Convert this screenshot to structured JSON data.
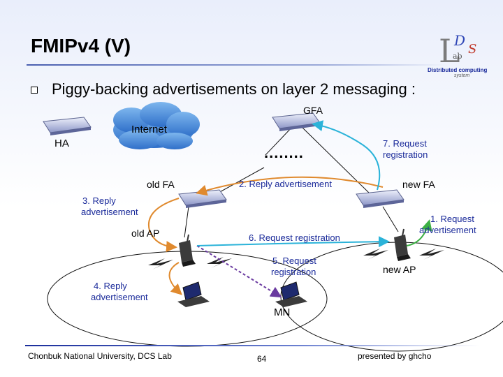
{
  "slide": {
    "title": "FMIPv4 (V)",
    "bullet": "Piggy-backing advertisements on layer 2 messaging :"
  },
  "logo": {
    "big_letter": "L",
    "letter_d": "D",
    "letter_s": "S",
    "letters_ab": "ab",
    "line1": "Distributed computing",
    "line2": "system"
  },
  "diagram": {
    "nodes": {
      "gfa": "GFA",
      "internet": "Internet",
      "ha": "HA",
      "old_fa": "old FA",
      "new_fa": "new FA",
      "old_ap": "old AP",
      "new_ap": "new AP",
      "mn": "MN"
    },
    "messages": {
      "m1": "1. Request advertisement",
      "m1_line1": "1. Request",
      "m1_line2": "advertisement",
      "m2": "2.  Reply advertisement",
      "m3_line1": "3.  Reply",
      "m3_line2": "advertisement",
      "m4_line1": "4.  Reply",
      "m4_line2": "advertisement",
      "m5_line1": "5. Request",
      "m5_line2": "registration",
      "m6": "6. Request registration",
      "m7_line1": "7. Request",
      "m7_line2": "registration"
    },
    "dots": "........",
    "colors": {
      "green": "#3cb043",
      "orange": "#e08a2e",
      "cyan": "#2bb3d9",
      "purple": "#6a3aa0"
    }
  },
  "footer": {
    "left": "Chonbuk National University, DCS Lab",
    "page": "64",
    "right": "presented by ghcho"
  }
}
